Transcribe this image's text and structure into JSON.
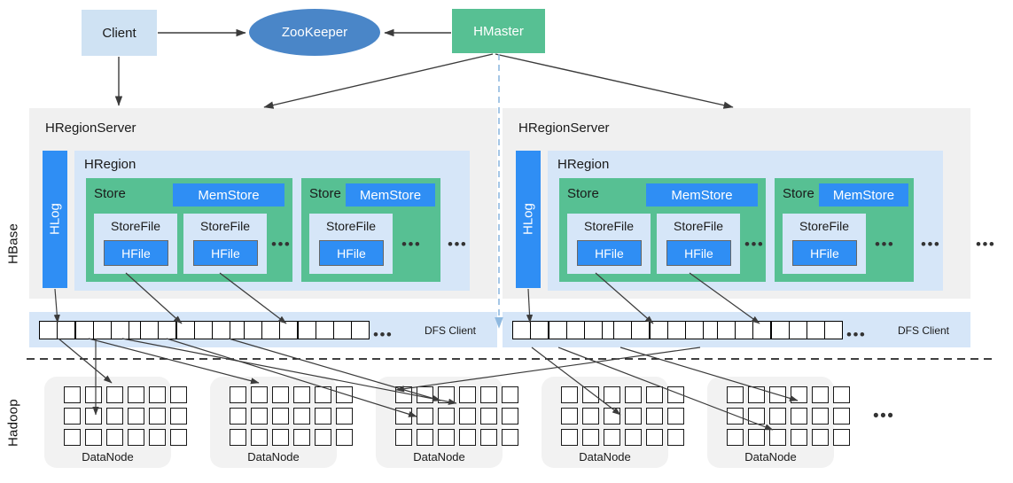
{
  "diagram": {
    "title": "HBase and Hadoop architecture",
    "layers": [
      {
        "id": "hbase",
        "label": "HBase"
      },
      {
        "id": "hadoop",
        "label": "Hadoop"
      }
    ],
    "top_nodes": {
      "client": "Client",
      "zookeeper": "ZooKeeper",
      "hmaster": "HMaster"
    },
    "region_servers": [
      {
        "title": "HRegionServer",
        "hlog": "HLog",
        "hregion": "HRegion",
        "stores": [
          {
            "label": "Store",
            "memstore": "MemStore",
            "storefiles": [
              {
                "label": "StoreFile",
                "hfile": "HFile"
              },
              {
                "label": "StoreFile",
                "hfile": "HFile"
              }
            ],
            "trailing_dots": "•••"
          },
          {
            "label": "Store",
            "memstore": "MemStore",
            "storefiles": [
              {
                "label": "StoreFile",
                "hfile": "HFile"
              }
            ],
            "trailing_dots": "•••"
          }
        ],
        "region_dots": "•••",
        "dfs_client": {
          "label": "DFS Client",
          "dots": "•••",
          "block_groups": [
            {
              "cells": 7,
              "thick_index": 2
            },
            {
              "cells": 7,
              "thick_index": 2
            },
            {
              "cells": 7,
              "thick_index": 3
            }
          ]
        }
      },
      {
        "title": "HRegionServer",
        "hlog": "HLog",
        "hregion": "HRegion",
        "stores": [
          {
            "label": "Store",
            "memstore": "MemStore",
            "storefiles": [
              {
                "label": "StoreFile",
                "hfile": "HFile"
              },
              {
                "label": "StoreFile",
                "hfile": "HFile"
              }
            ],
            "trailing_dots": "•••"
          },
          {
            "label": "Store",
            "memstore": "MemStore",
            "storefiles": [
              {
                "label": "StoreFile",
                "hfile": "HFile"
              }
            ],
            "trailing_dots": "•••"
          }
        ],
        "region_dots": "•••",
        "outer_dots": "•••",
        "dfs_client": {
          "label": "DFS Client",
          "dots": "•••",
          "block_groups": [
            {
              "cells": 7,
              "thick_index": 2
            },
            {
              "cells": 7,
              "thick_index": 2
            },
            {
              "cells": 7,
              "thick_index": 3
            }
          ]
        }
      }
    ],
    "datanodes": [
      {
        "label": "DataNode",
        "rows": 3,
        "cols": 6
      },
      {
        "label": "DataNode",
        "rows": 3,
        "cols": 6
      },
      {
        "label": "DataNode",
        "rows": 3,
        "cols": 6
      },
      {
        "label": "DataNode",
        "rows": 3,
        "cols": 6
      },
      {
        "label": "DataNode",
        "rows": 3,
        "cols": 6
      }
    ],
    "datanode_dots": "•••",
    "colors": {
      "client_fill": "#cfe2f3",
      "zookeeper_fill": "#4a86c8",
      "hmaster_fill": "#57c093",
      "store_fill": "#57c093",
      "blue_fill": "#2f8ef4",
      "hregion_fill": "#d6e6f8",
      "panel_fill": "#f0f0f0",
      "datanode_fill": "#f2f2f2",
      "arrow_stroke": "#3b3b3b",
      "dashed_blue": "#8fb9e0",
      "dashed_black": "#000000"
    }
  }
}
